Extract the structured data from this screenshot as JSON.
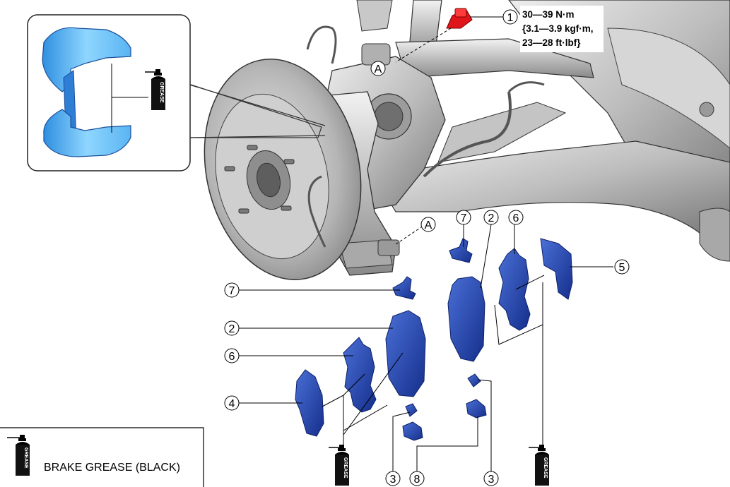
{
  "callouts": {
    "n1": "1",
    "n2": "2",
    "n3": "3",
    "n4": "4",
    "n5": "5",
    "n6": "6",
    "n7": "7",
    "n8": "8",
    "a": "A"
  },
  "torque": {
    "line1": "30—39 N·m",
    "line2": "{3.1—3.9 kgf·m,",
    "line3": "23—28 ft·lbf}"
  },
  "grease_can_text": "GREASE",
  "legend": {
    "label": "BRAKE GREASE (BLACK)"
  },
  "colors": {
    "part_blue": "#1f3fa8",
    "detail_blue": "#6ec3ff",
    "bolt_red": "#e0151a",
    "metal": "#b8b8b8"
  }
}
